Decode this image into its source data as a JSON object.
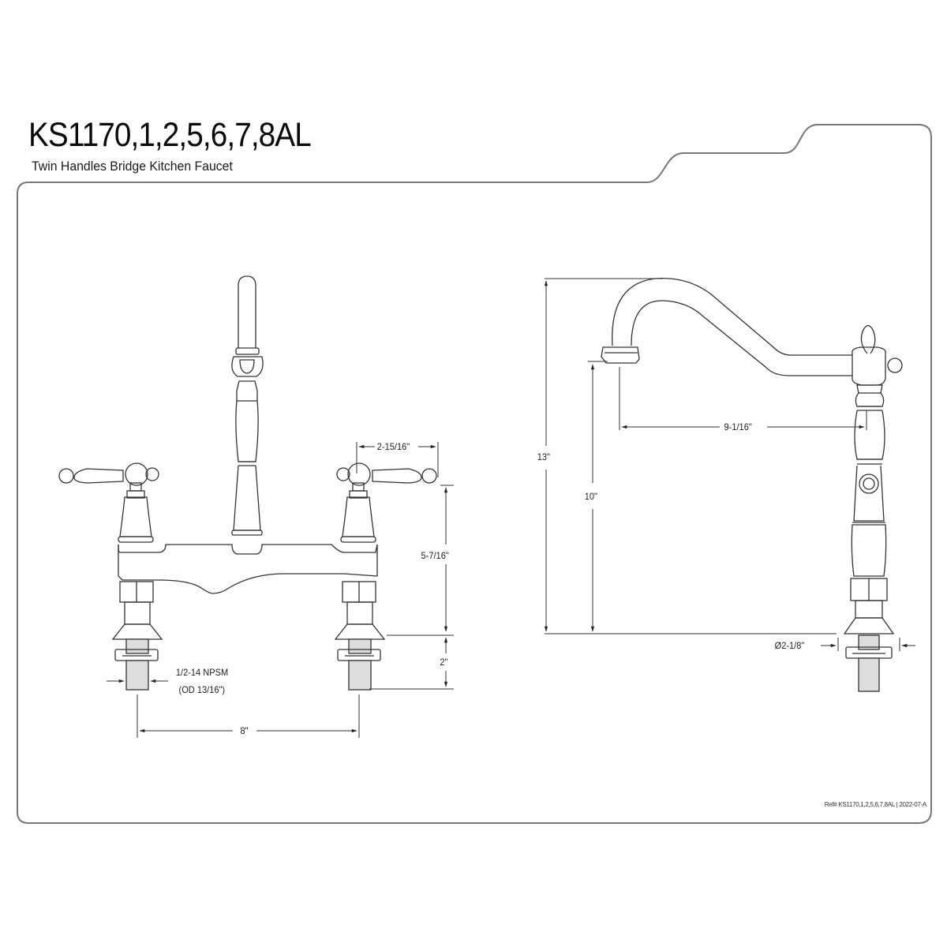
{
  "header": {
    "model_title": "KS1170,1,2,5,6,7,8AL",
    "subtitle": "Twin Handles Bridge Kitchen Faucet"
  },
  "front_view": {
    "dimensions": {
      "handle_reach": "2-15/16\"",
      "handle_height": "5-7/16\"",
      "shank_length": "2\"",
      "thread_spec": "1/2-14 NPSM",
      "thread_od": "(OD 13/16\")",
      "center_spacing": "8\""
    }
  },
  "side_view": {
    "dimensions": {
      "overall_height": "13\"",
      "spout_height": "10\"",
      "spout_reach": "9-1/16\"",
      "base_diameter": "Ø2-1/8\""
    }
  },
  "footer": {
    "reference": "Ref# KS1170,1,2,5,6,7,8AL | 2022-07-A"
  },
  "colors": {
    "line": "#333333",
    "border": "#777777",
    "background": "#ffffff"
  }
}
